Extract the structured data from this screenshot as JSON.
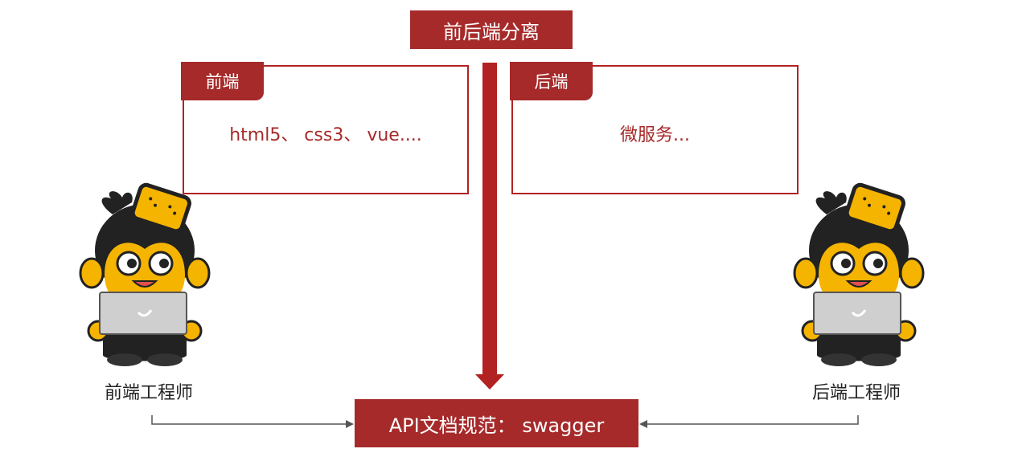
{
  "title": "前后端分离",
  "frontend": {
    "tag": "前端",
    "content": "html5、 css3、 vue...."
  },
  "backend": {
    "tag": "后端",
    "content": "微服务..."
  },
  "api": {
    "label": "API文档规范： swagger"
  },
  "engineers": {
    "front_label": "前端工程师",
    "back_label": "后端工程师"
  },
  "icons": {
    "mascot": "monkey-with-laptop-icon",
    "arrow": "down-arrow-icon"
  },
  "colors": {
    "accent": "#a62a2a",
    "border": "#b22222",
    "arrow": "#b22222"
  }
}
